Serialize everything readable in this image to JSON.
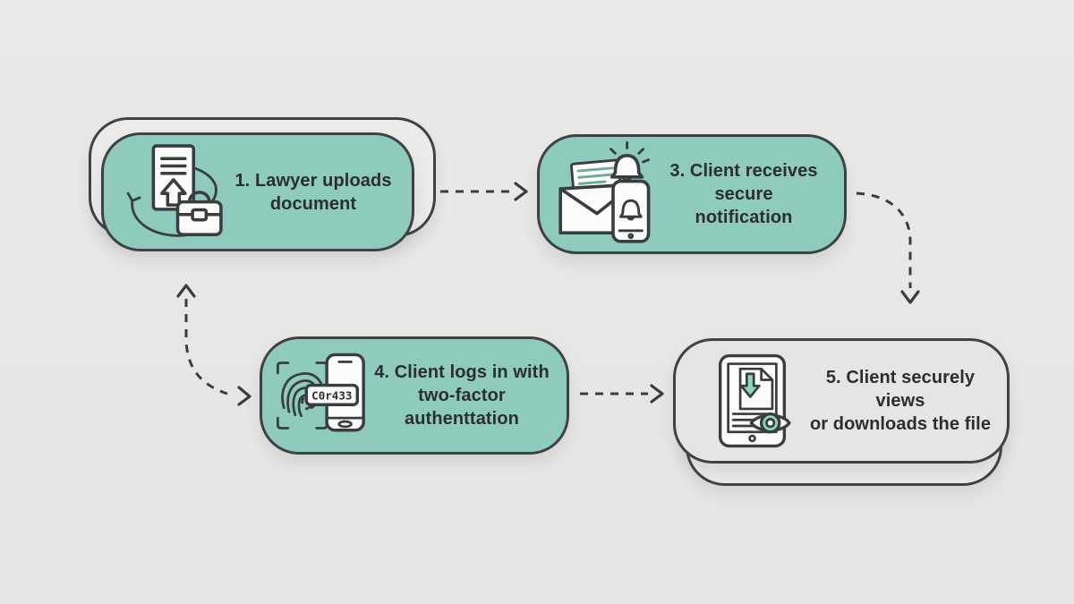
{
  "diagram": {
    "type": "flowchart",
    "background_color": "#e8e7e5",
    "colors": {
      "step_fill_teal": "#8ecbbd",
      "step_fill_gray": "#e6e5e3",
      "outline": "#3f4245",
      "text": "#2b2e31",
      "arrow": "#3a3d40",
      "icon_accent": "#8fd4bd"
    },
    "steps": [
      {
        "id": "1",
        "label": "1. Lawyer uploads\ndocument",
        "icon": "document-upload-briefcase-icon",
        "variant": "teal",
        "stacked_card": true
      },
      {
        "id": "3",
        "label": "3. Client receives\nsecure\nnotification",
        "icon": "envelope-bell-phone-icon",
        "variant": "teal",
        "stacked_card": false
      },
      {
        "id": "4",
        "label": "4. Client logs in with\ntwo-factor\nauthenttation",
        "icon": "fingerprint-phone-icon",
        "variant": "teal",
        "stacked_card": false,
        "code": "C0r433"
      },
      {
        "id": "5",
        "label": "5. Client securely views\nor downloads the file",
        "icon": "tablet-document-eye-icon",
        "variant": "gray",
        "stacked_card": true
      }
    ],
    "connections": [
      {
        "from": "1",
        "to": "3",
        "style": "dashed",
        "shape": "straight-right"
      },
      {
        "from": "3",
        "to": "5",
        "style": "dashed",
        "shape": "curve-down"
      },
      {
        "from": "4",
        "to": "1",
        "style": "dashed",
        "shape": "curve-up"
      },
      {
        "from": "4",
        "to": "5",
        "style": "dashed",
        "shape": "straight-right"
      }
    ]
  }
}
